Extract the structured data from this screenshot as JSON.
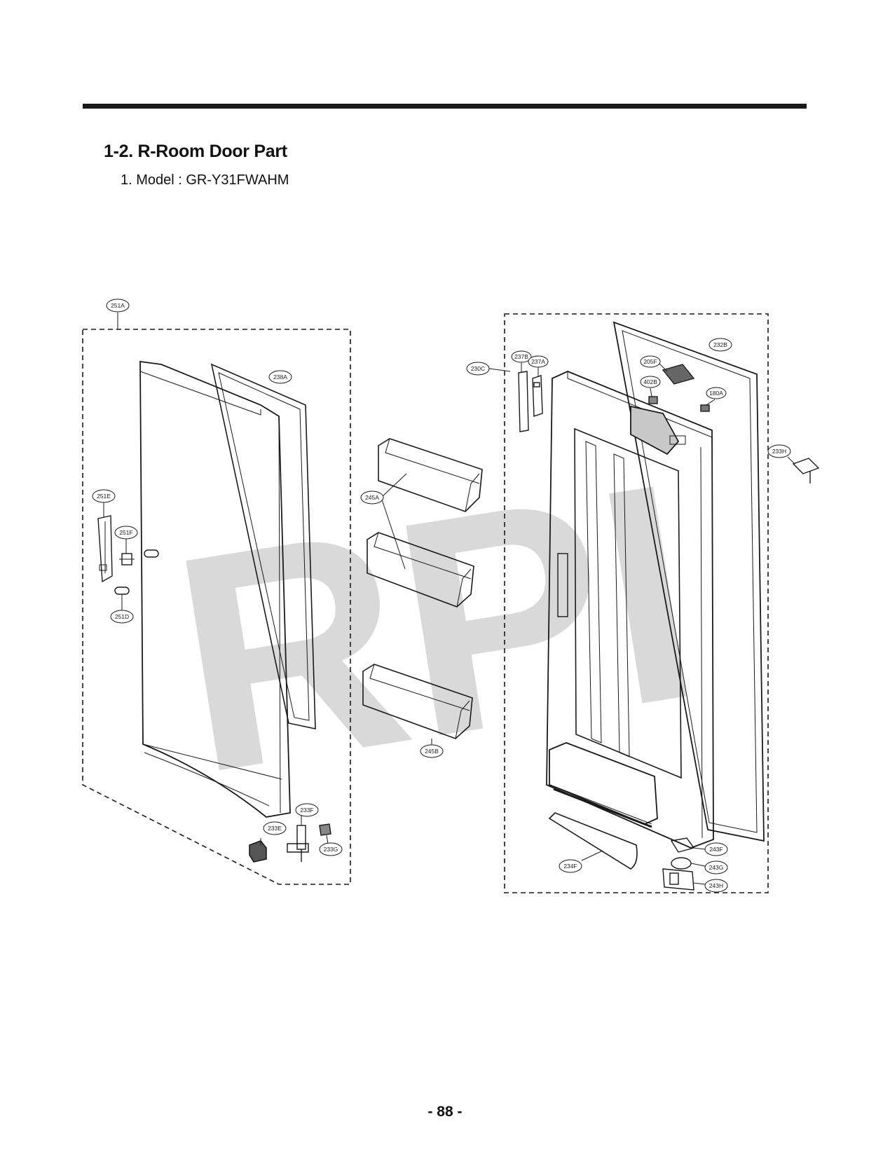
{
  "header": {
    "section_title": "1-2. R-Room Door Part",
    "model_line": "1. Model : GR-Y31FWAHM"
  },
  "watermark": "RPI",
  "callouts": {
    "c251A": "251A",
    "c238A": "238A",
    "c251E": "251E",
    "c251F": "251F",
    "c251D": "251D",
    "c233E": "233E",
    "c233F": "233F",
    "c233G": "233G",
    "c245A": "245A",
    "c245B": "245B",
    "c230C": "230C",
    "c237B": "237B",
    "c237A": "237A",
    "c205F": "205F",
    "c402B": "402B",
    "c232B": "232B",
    "c180A": "180A",
    "c233H": "233H",
    "c234F": "234F",
    "c243F": "243F",
    "c243G": "243G",
    "c243H": "243H"
  },
  "footer": {
    "page_number": "- 88 -"
  },
  "colors": {
    "line": "#1a1a1a",
    "watermark": "#d9d9d9",
    "background": "#ffffff"
  }
}
